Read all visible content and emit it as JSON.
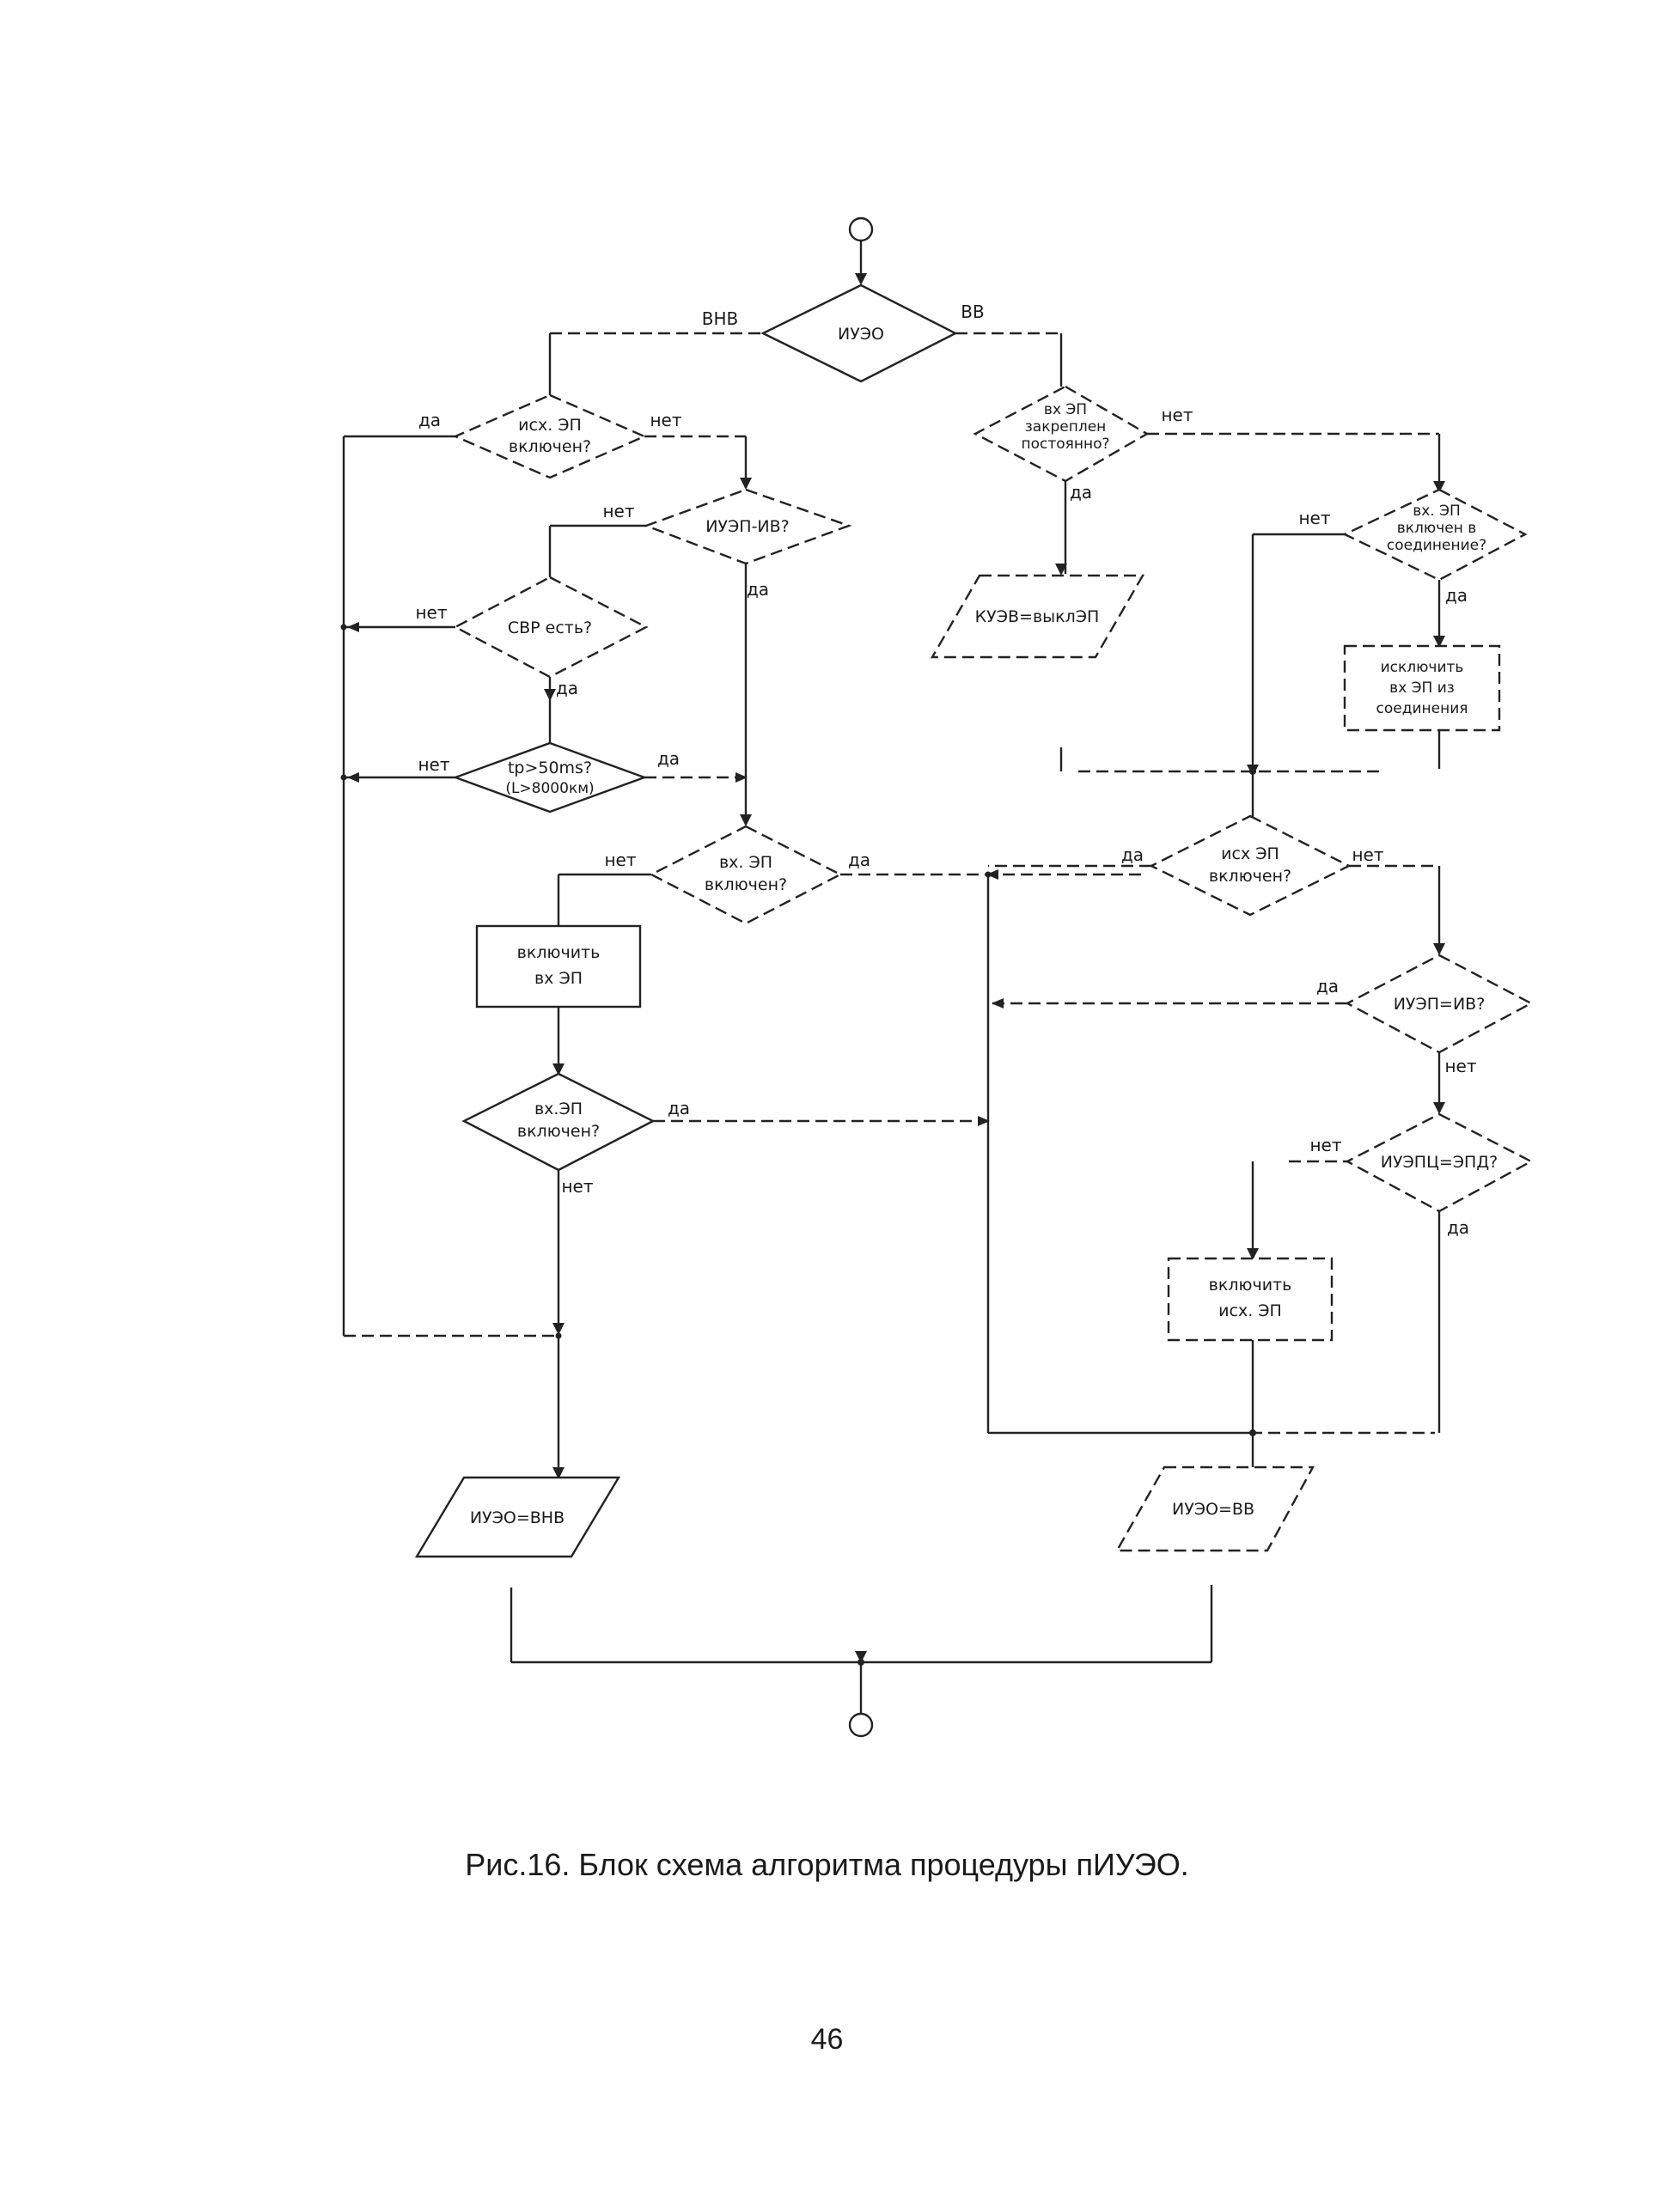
{
  "nodes": {
    "d_iueo": "ИУЭО",
    "d_ish_ep_on": [
      "исх. ЭП",
      "включен?"
    ],
    "d_iuep_iv_left": "ИУЭП-ИВ?",
    "d_svr": "СВР есть?",
    "d_tp": [
      "tp>50ms?",
      "(L>8000км)"
    ],
    "d_vx_ep_on_mid": [
      "вх. ЭП",
      "включен?"
    ],
    "b_enable_vx_ep": [
      "включить",
      "вх ЭП"
    ],
    "d_vx_ep_on_low": [
      "вх.ЭП",
      "включен?"
    ],
    "io_iueo_vnv": "ИУЭО=ВНВ",
    "d_vx_ep_fixed": [
      "вх ЭП",
      "закреплен",
      "постоянно?"
    ],
    "io_kuev_off": "КУЭВ=выклЭП",
    "d_vx_ep_in_conn": [
      "вх. ЭП",
      "включен в",
      "соединение?"
    ],
    "b_exclude_vx_ep": [
      "исключить",
      "вх ЭП из",
      "соединения"
    ],
    "d_ish_ep_on_right": [
      "исх ЭП",
      "включен?"
    ],
    "d_iuep_iv_right": "ИУЭП=ИВ?",
    "d_iuepc_epd": "ИУЭПЦ=ЭПД?",
    "b_enable_ish_ep": [
      "включить",
      "исх. ЭП"
    ],
    "io_iueo_vv": "ИУЭО=ВВ"
  },
  "labels": {
    "vnv": "ВНВ",
    "vv": "ВВ",
    "yes": "да",
    "no": "нет"
  },
  "caption": "Рис.16. Блок схема алгоритма процедуры пИУЭО.",
  "page_number": "46"
}
